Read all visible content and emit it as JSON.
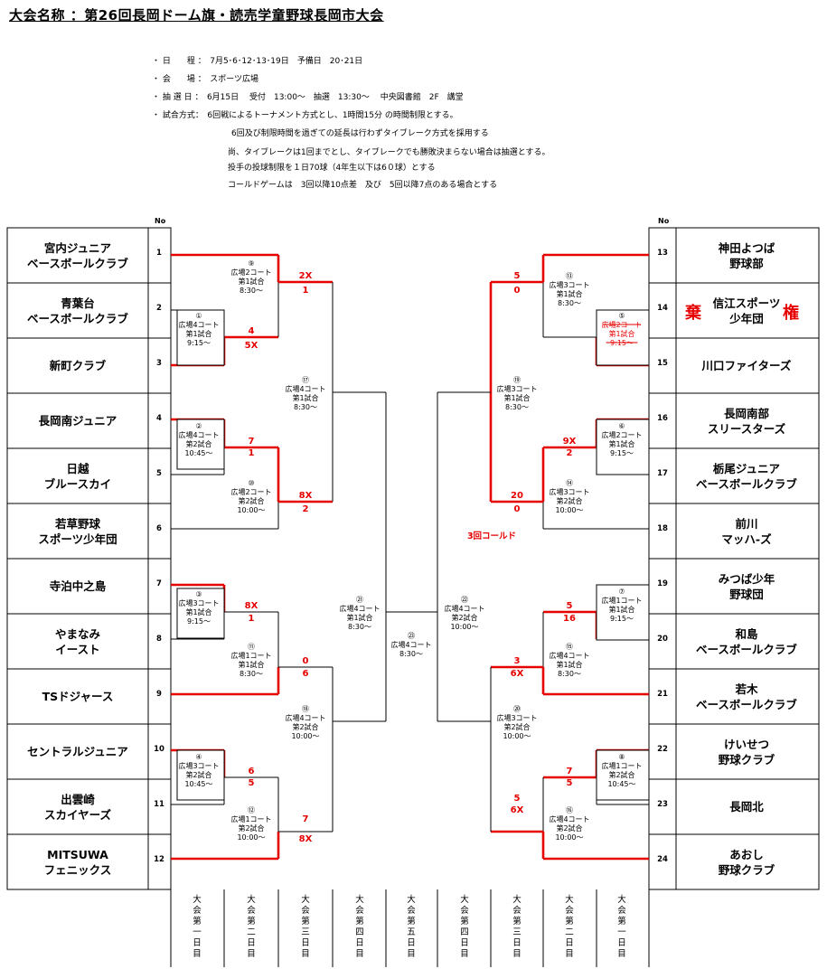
{
  "title": "大会名称 ：第26回長岡ドーム旗・読売学童野球長岡市大会",
  "info": [
    "・ 日　　程 ：　7月5･6･12･13･19日　予備日　20･21日",
    "・ 会　　場 ：　スポーツ広場",
    "・ 抽 選 日 ：　6月15日　 受付　13:00～　抽選　13:30～　 中央図書館　2F　講堂",
    "・ 試合方式：　6回戦によるトーナメント方式とし、1時間15分 の時間制限とする。"
  ],
  "rules": [
    "6回及び制限時間を過ぎての延長は行わずタイブレーク方式を採用する",
    "尚、タイブレークは1回までとし、タイブレークでも勝敗決まらない場合は抽選とする。",
    "投手の投球制限を１日70球（4年生以下は6０球）とする",
    "コールドゲームは　3回以降10点差　及び　5回以降7点のある場合とする"
  ],
  "no_label": "No",
  "left_teams": [
    {
      "no": "1",
      "name": [
        "宮内ジュニア",
        "ベースボールクラブ"
      ]
    },
    {
      "no": "2",
      "name": [
        "青葉台",
        "ベースボールクラブ"
      ]
    },
    {
      "no": "3",
      "name": [
        "新町クラブ"
      ]
    },
    {
      "no": "4",
      "name": [
        "長岡南ジュニア"
      ]
    },
    {
      "no": "5",
      "name": [
        "日越",
        "ブルースカイ"
      ]
    },
    {
      "no": "6",
      "name": [
        "若草野球",
        "スポーツ少年団"
      ]
    },
    {
      "no": "7",
      "name": [
        "寺泊中之島"
      ]
    },
    {
      "no": "8",
      "name": [
        "やまなみ",
        "イースト"
      ]
    },
    {
      "no": "9",
      "name": [
        "TSドジャース"
      ]
    },
    {
      "no": "10",
      "name": [
        "セントラルジュニア"
      ]
    },
    {
      "no": "11",
      "name": [
        "出雲崎",
        "スカイヤーズ"
      ]
    },
    {
      "no": "12",
      "name": [
        "MITSUWA",
        "フェニックス"
      ]
    }
  ],
  "right_teams": [
    {
      "no": "13",
      "name": [
        "神田よつば",
        "野球部"
      ]
    },
    {
      "no": "14",
      "name": [
        "信江スポーツ",
        "少年団"
      ]
    },
    {
      "no": "15",
      "name": [
        "川口ファイターズ"
      ]
    },
    {
      "no": "16",
      "name": [
        "長岡南部",
        "スリースターズ"
      ]
    },
    {
      "no": "17",
      "name": [
        "栃尾ジュニア",
        "ベースボールクラブ"
      ]
    },
    {
      "no": "18",
      "name": [
        "前川",
        "マッハ-ズ"
      ]
    },
    {
      "no": "19",
      "name": [
        "みつば少年",
        "野球団"
      ]
    },
    {
      "no": "20",
      "name": [
        "和島",
        "ベースボールクラブ"
      ]
    },
    {
      "no": "21",
      "name": [
        "若木",
        "ベースボールクラブ"
      ]
    },
    {
      "no": "22",
      "name": [
        "けいせつ",
        "野球クラブ"
      ]
    },
    {
      "no": "23",
      "name": [
        "長岡北"
      ]
    },
    {
      "no": "24",
      "name": [
        "あおし",
        "野球クラブ"
      ]
    }
  ],
  "forfeit_marks": [
    "棄",
    "権"
  ],
  "games": [
    {
      "id": "g1",
      "lines": [
        "①",
        "広場4コート",
        "第1試合",
        "9:15～"
      ]
    },
    {
      "id": "g2",
      "lines": [
        "②",
        "広場4コート",
        "第2試合",
        "10:45～"
      ]
    },
    {
      "id": "g3",
      "lines": [
        "③",
        "広場3コート",
        "第1試合",
        "9:15～"
      ]
    },
    {
      "id": "g4",
      "lines": [
        "④",
        "広場3コート",
        "第2試合",
        "10:45～"
      ]
    },
    {
      "id": "g5",
      "lines": [
        "⑤",
        "広場2コート",
        "第1試合",
        "9:15～"
      ],
      "struck": true
    },
    {
      "id": "g6",
      "lines": [
        "⑥",
        "広場2コート",
        "第1試合",
        "9:15～"
      ]
    },
    {
      "id": "g7",
      "lines": [
        "⑦",
        "広場1コート",
        "第1試合",
        "9:15～"
      ]
    },
    {
      "id": "g8",
      "lines": [
        "⑧",
        "広場1コート",
        "第2試合",
        "10:45～"
      ]
    },
    {
      "id": "g9",
      "lines": [
        "⑨",
        "広場2コート",
        "第1試合",
        "8:30～"
      ]
    },
    {
      "id": "g10",
      "lines": [
        "⑩",
        "広場2コート",
        "第2試合",
        "10:00～"
      ]
    },
    {
      "id": "g11",
      "lines": [
        "⑪",
        "広場1コート",
        "第1試合",
        "8:30～"
      ]
    },
    {
      "id": "g12",
      "lines": [
        "⑫",
        "広場1コート",
        "第2試合",
        "10:00～"
      ]
    },
    {
      "id": "g13",
      "lines": [
        "⑬",
        "広場3コート",
        "第1試合",
        "8:30～"
      ]
    },
    {
      "id": "g14",
      "lines": [
        "⑭",
        "広場3コート",
        "第2試合",
        "10:00～"
      ]
    },
    {
      "id": "g15",
      "lines": [
        "⑮",
        "広場4コート",
        "第1試合",
        "8:30～"
      ]
    },
    {
      "id": "g16",
      "lines": [
        "⑯",
        "広場4コート",
        "第2試合",
        "10:00～"
      ]
    },
    {
      "id": "g17",
      "lines": [
        "⑰",
        "広場4コート",
        "第1試合",
        "8:30～"
      ]
    },
    {
      "id": "g18",
      "lines": [
        "⑱",
        "広場4コート",
        "第2試合",
        "10:00～"
      ]
    },
    {
      "id": "g19",
      "lines": [
        "⑲",
        "広場3コート",
        "第1試合",
        "8:30～"
      ]
    },
    {
      "id": "g20",
      "lines": [
        "⑳",
        "広場3コート",
        "第2試合",
        "10:00～"
      ]
    },
    {
      "id": "g21",
      "lines": [
        "㉑",
        "広場4コート",
        "第1試合",
        "8:30～"
      ]
    },
    {
      "id": "g22",
      "lines": [
        "㉒",
        "広場4コート",
        "第2試合",
        "10:00～"
      ]
    },
    {
      "id": "g23",
      "lines": [
        "㉓",
        "広場4コート",
        "8:30～"
      ]
    }
  ],
  "scores": {
    "g2a": "7",
    "g2b": "1",
    "g3a": "8X",
    "g3b": "1",
    "g6a": "9X",
    "g6b": "2",
    "g7a": "5",
    "g7b": "16",
    "g8a": "7",
    "g8b": "5",
    "g9a": "2X",
    "g9b": "1",
    "g9c": "4",
    "g9d": "5X",
    "g10a": "8X",
    "g10b": "2",
    "g11a": "0",
    "g11b": "6",
    "g12a": "6",
    "g12b": "5",
    "g12c": "7",
    "g12d": "8X",
    "g13a": "5",
    "g13b": "0",
    "g14a": "20",
    "g14b": "0",
    "g15a": "3",
    "g15b": "6X",
    "g16a": "5",
    "g16b": "6X"
  },
  "called_game_note": "3回コールド",
  "day_labels": [
    "大会第一日目",
    "大会第二日目",
    "大会第三日目",
    "大会第四日目",
    "大会第五日目",
    "大会第四日目",
    "大会第三日目",
    "大会第二日目",
    "大会第一日目"
  ],
  "colors": {
    "win": "#e60000",
    "line": "#000000"
  }
}
